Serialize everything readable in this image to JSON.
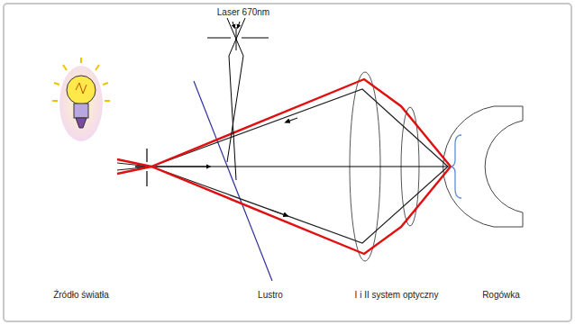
{
  "diagram": {
    "labels": [
      "Laser 670nm",
      "Źródło światła",
      "Lustro",
      "I i II system optyczny",
      "Rogówka"
    ]
  }
}
